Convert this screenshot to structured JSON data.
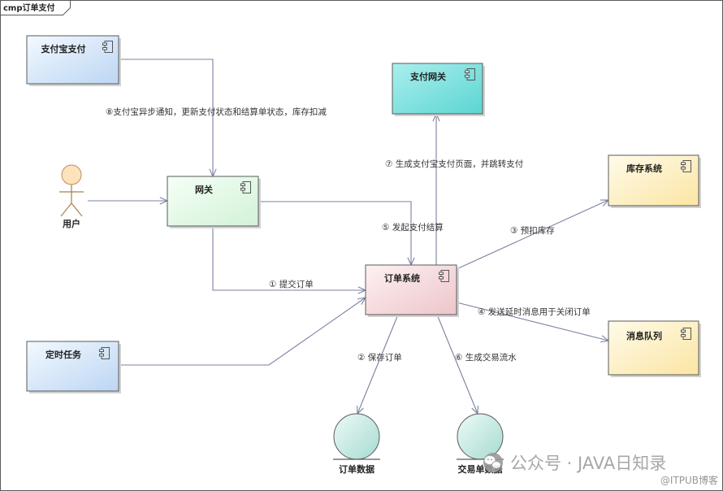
{
  "frame": {
    "title": "cmp订单支付"
  },
  "components": {
    "alipay": "支付宝支付",
    "payment_gateway": "支付网关",
    "inventory": "库存系统",
    "gateway": "网关",
    "order_system": "订单系统",
    "message_queue": "消息队列",
    "scheduled_task": "定时任务"
  },
  "actor": {
    "user": "用户"
  },
  "entities": {
    "order_data": "订单数据",
    "trade_data": "交易单数据"
  },
  "flows": {
    "alipay_notify": "⑧支付宝异步通知，更新支付状态和结算单状态，库存扣减",
    "submit_order": "① 提交订单",
    "save_order": "② 保存订单",
    "reserve_stock": "③ 预扣库存",
    "delay_message": "④ 发送延时消息用于关闭订单",
    "start_payment": "⑤ 发起支付结算",
    "create_trade": "⑥ 生成交易流水",
    "redirect_pay": "⑦ 生成支付宝支付页面，并跳转支付"
  },
  "watermark": {
    "icon": "wechat-icon",
    "text": "公众号 · JAVA日知录",
    "source": "@ITPUB博客"
  },
  "colors": {
    "line": "#7b80a0",
    "blue": [
      "#f3f9ff",
      "#bcd6f3"
    ],
    "cyan": [
      "#aaefed",
      "#5cd5d2"
    ],
    "yellow": [
      "#fffbea",
      "#fbe5a3"
    ],
    "green": [
      "#f6fff6",
      "#d2f2d8"
    ],
    "pink": [
      "#fdf1f2",
      "#edc5ca"
    ],
    "entity": [
      "#ecfaf6",
      "#a6dbd1"
    ],
    "actor_head": "#fde2bb"
  }
}
